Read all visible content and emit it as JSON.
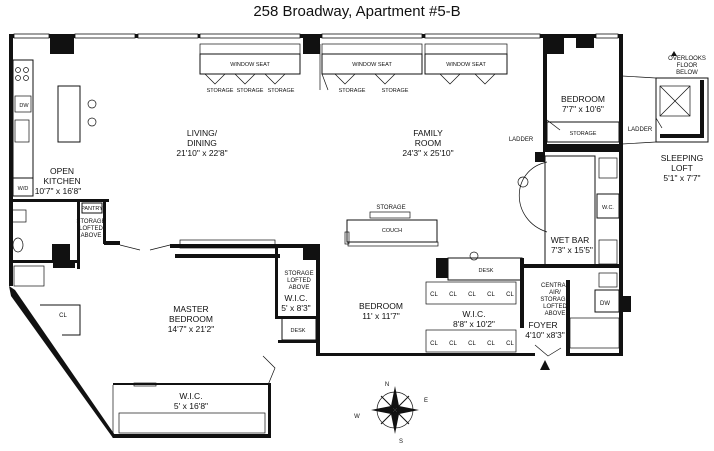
{
  "title": "258 Broadway, Apartment #5-B",
  "rooms": {
    "living": {
      "name1": "LIVING/",
      "name2": "DINING",
      "dim": "21'10\" x 22'8\""
    },
    "family": {
      "name1": "FAMILY",
      "name2": "ROOM",
      "dim": "24'3\" x 25'10\""
    },
    "bedroom_top": {
      "name": "BEDROOM",
      "dim": "7'7\" x 10'6\""
    },
    "kitchen": {
      "name1": "OPEN",
      "name2": "KITCHEN",
      "dim": "10'7\" x 16'8\""
    },
    "sleeping_loft": {
      "name1": "SLEEPING",
      "name2": "LOFT",
      "dim": "5'1\" x 7'7\""
    },
    "wet_bar": {
      "name": "WET BAR",
      "dim": "7'3\" x 15'5\""
    },
    "master": {
      "name1": "MASTER",
      "name2": "BEDROOM",
      "dim": "14'7\" x 21'2\""
    },
    "wic_small": {
      "name": "W.I.C.",
      "dim": "5' x 8'3\""
    },
    "bedroom_mid": {
      "name": "BEDROOM",
      "dim": "11' x 11'7\""
    },
    "wic_mid": {
      "name": "W.I.C.",
      "dim": "8'8\" x 10'2\""
    },
    "foyer": {
      "name": "FOYER",
      "dim": "4'10\" x8'3\""
    },
    "wic_bottom": {
      "name": "W.I.C.",
      "dim": "5' x 16'8\""
    }
  },
  "labels": {
    "window_seat": "WINDOW SEAT",
    "storage": "STORAGE",
    "ladder": "LADDER",
    "dw": "DW",
    "wd": "W/D",
    "wc": "W.C.",
    "pantry": "PANTRY",
    "couch": "COUCH",
    "desk": "DESK",
    "cl": "CL",
    "storage_lofted_1": "STORAGE",
    "storage_lofted_2": "LOFTED",
    "storage_lofted_3": "ABOVE",
    "overlooks_1": "OVERLOOKS",
    "overlooks_2": "FLOOR",
    "overlooks_3": "BELOW",
    "central_1": "CENTRAL",
    "central_2": "AIR/",
    "central_3": "STORAGE",
    "central_4": "LOFTED",
    "central_5": "ABOVE"
  },
  "compass": {
    "n": "N",
    "e": "E",
    "s": "S",
    "w": "W"
  }
}
